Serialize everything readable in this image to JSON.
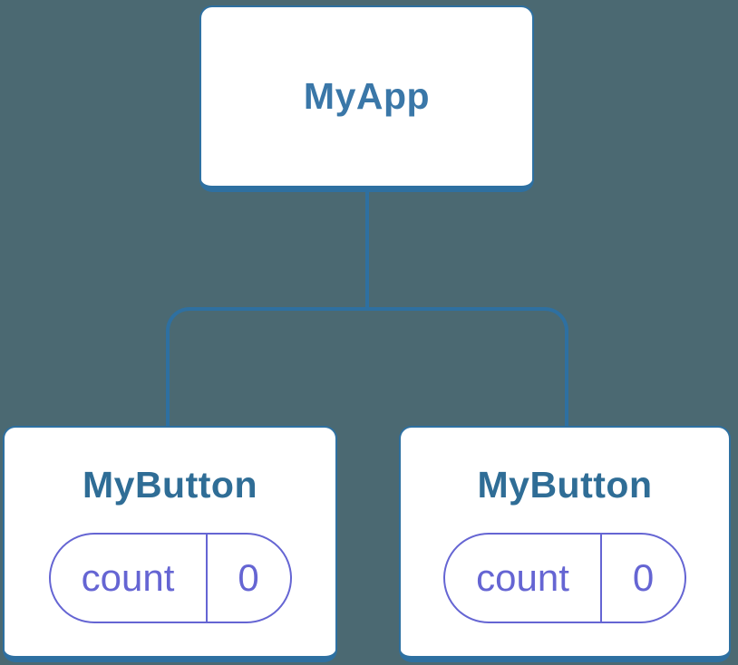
{
  "colors": {
    "bg": "#4B6972",
    "line": "#2E70A1",
    "card-bg": "#FFFFFF",
    "parent-text": "#3A77A8",
    "child-text": "#2F6D96",
    "state": "#6565D3"
  },
  "diagram": {
    "root": {
      "label": "MyApp"
    },
    "children": [
      {
        "label": "MyButton",
        "state": {
          "key": "count",
          "value": "0"
        }
      },
      {
        "label": "MyButton",
        "state": {
          "key": "count",
          "value": "0"
        }
      }
    ]
  }
}
